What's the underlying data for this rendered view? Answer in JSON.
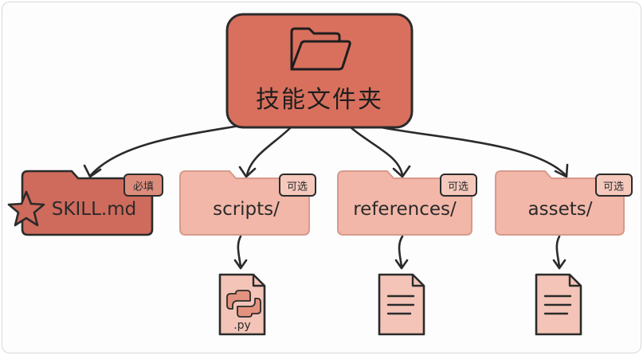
{
  "root": {
    "label": "技能文件夹",
    "icon": "folder-icon"
  },
  "children": [
    {
      "id": "skill",
      "label": "SKILL.md",
      "badge": "必填",
      "icon": "star-icon"
    },
    {
      "id": "scripts",
      "label": "scripts/",
      "badge": "可选",
      "file_icon": "python-file-icon",
      "file_label": ".py"
    },
    {
      "id": "references",
      "label": "references/",
      "badge": "可选",
      "file_icon": "document-icon"
    },
    {
      "id": "assets",
      "label": "assets/",
      "badge": "可选",
      "file_icon": "document-icon"
    }
  ],
  "colors": {
    "root_fill": "#d9705e",
    "required_fill": "#cf6b5c",
    "optional_fill": "#f2b7a8",
    "badge_fill": "#f6c9bd",
    "file_fill": "#f3c4b7",
    "stroke": "#2b2b2b"
  }
}
